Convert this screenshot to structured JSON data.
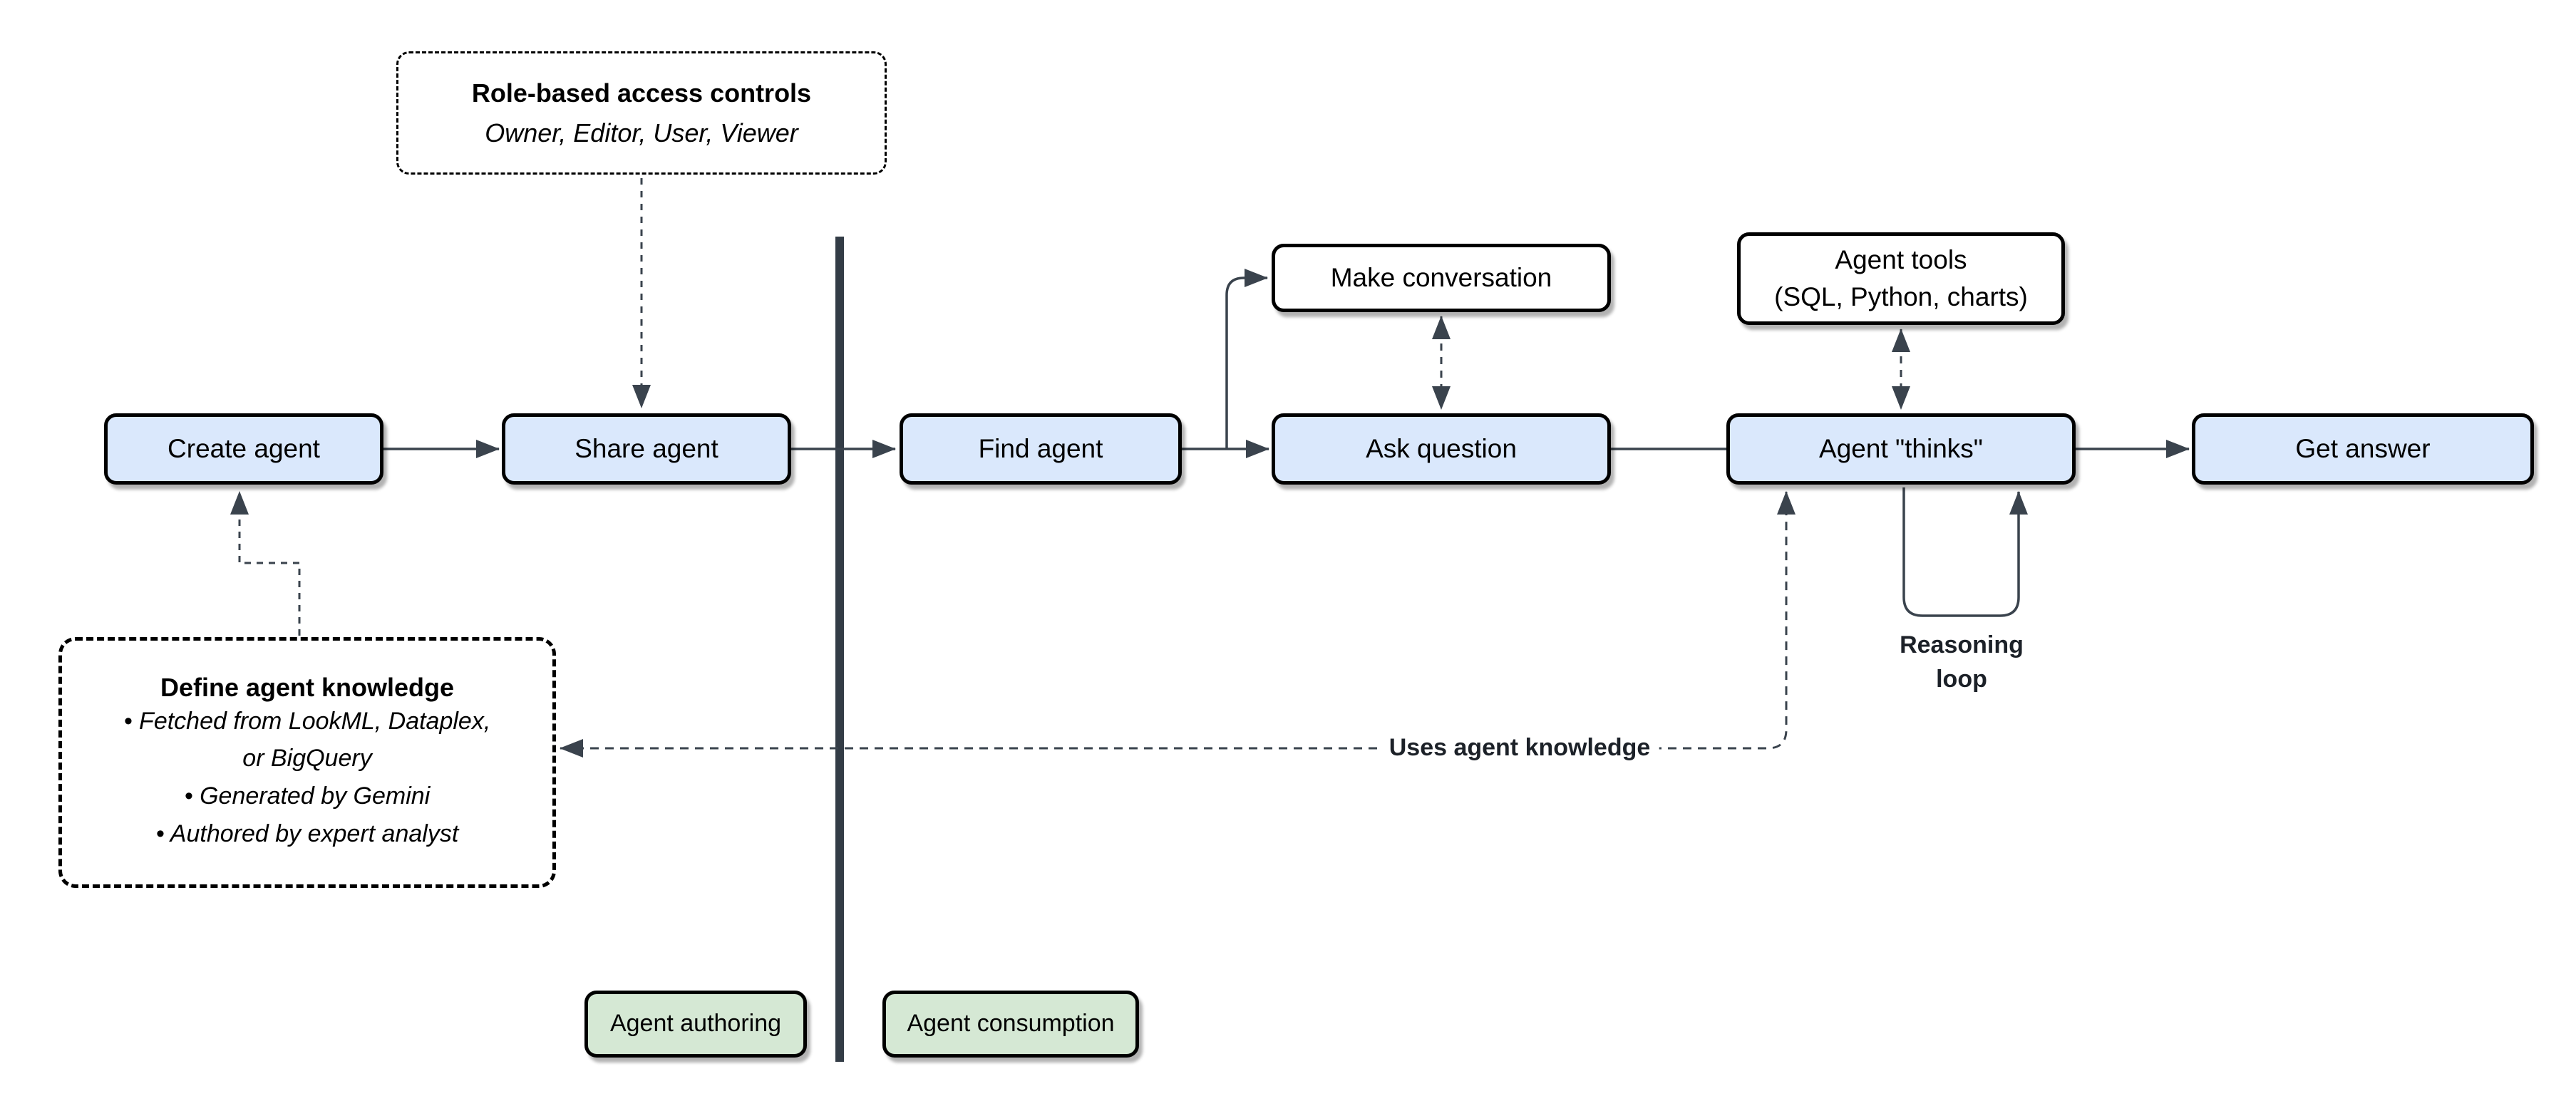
{
  "diagram": {
    "nodes": {
      "create_agent": "Create agent",
      "share_agent": "Share agent",
      "find_agent": "Find agent",
      "make_conversation": "Make conversation",
      "ask_question": "Ask question",
      "agent_tools_line1": "Agent tools",
      "agent_tools_line2": "(SQL, Python, charts)",
      "agent_thinks": "Agent \"thinks\"",
      "get_answer": "Get answer"
    },
    "role_box": {
      "title": "Role-based access controls",
      "subtitle": "Owner, Editor, User, Viewer"
    },
    "define_box": {
      "title": "Define agent knowledge",
      "lines": [
        "• Fetched from LookML, Dataplex,",
        "or BigQuery",
        "• Generated by Gemini",
        "• Authored by expert analyst"
      ]
    },
    "labels": {
      "reasoning_loop": "Reasoning loop",
      "uses_knowledge": "Uses agent knowledge"
    },
    "zones": {
      "authoring": "Agent authoring",
      "consumption": "Agent consumption"
    },
    "colors": {
      "node_fill": "#dae8fc",
      "tool_box_fill": "#ffffff",
      "zone_fill": "#d5e8d4",
      "node_border": "#000000",
      "edge_stroke": "#3a434d",
      "divider": "#333c46",
      "background": "#ffffff",
      "text": "#000000"
    }
  }
}
